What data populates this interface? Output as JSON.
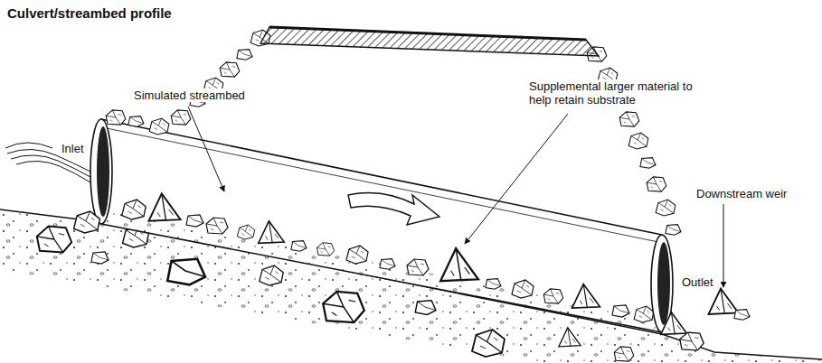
{
  "diagram": {
    "title": "Culvert/streambed profile",
    "labels": [
      "Simulated streambed",
      "Supplemental larger material to help retain substrate",
      "Inlet",
      "Downstream weir",
      "Outlet"
    ]
  }
}
